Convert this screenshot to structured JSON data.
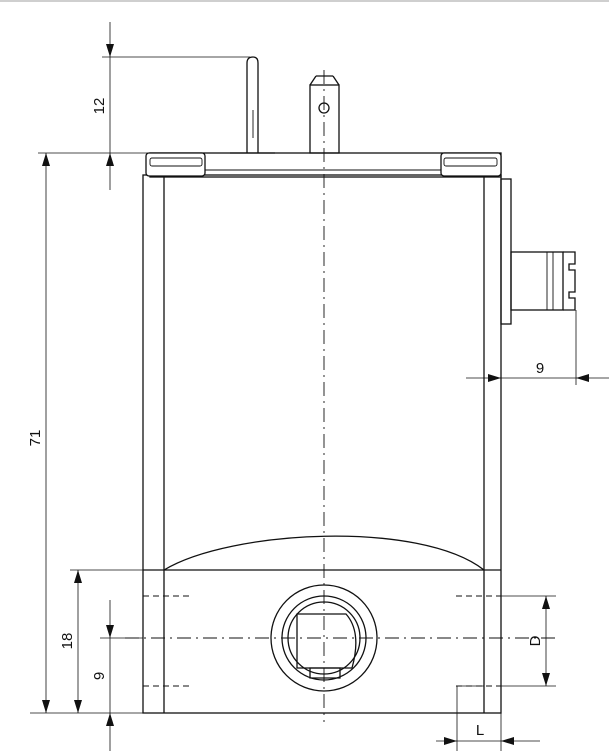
{
  "dimensions": {
    "top_tab_height": "12",
    "body_height": "71",
    "connector_offset": "9",
    "base_height": "18",
    "port_center_height": "9",
    "port_diameter": "D",
    "port_offset": "L"
  }
}
